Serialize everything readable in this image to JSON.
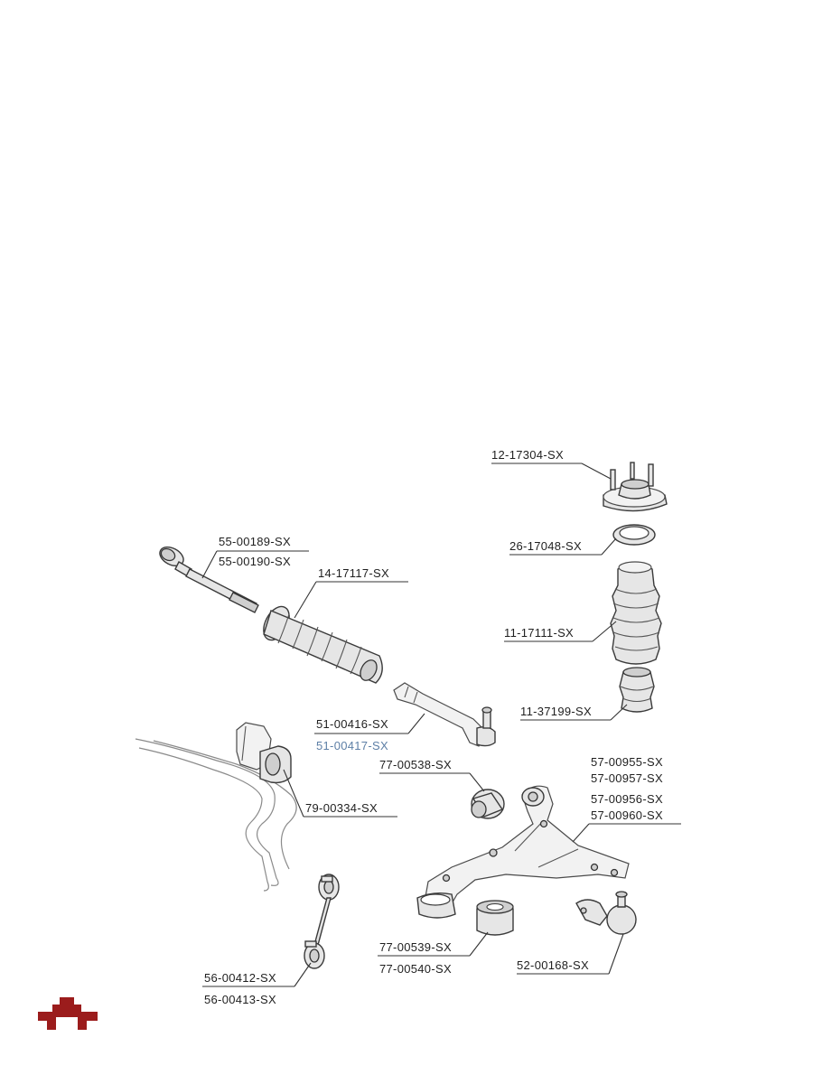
{
  "parts": [
    {
      "id": "top-mount",
      "numbers": [
        "12-17304-SX"
      ]
    },
    {
      "id": "bearing",
      "numbers": [
        "26-17048-SX"
      ]
    },
    {
      "id": "dust-boot",
      "numbers": [
        "11-17111-SX"
      ]
    },
    {
      "id": "bump-stop",
      "numbers": [
        "11-37199-SX"
      ]
    },
    {
      "id": "inner-tie-rod",
      "numbers": [
        "55-00189-SX",
        "55-00190-SX"
      ]
    },
    {
      "id": "rack-boot",
      "numbers": [
        "14-17117-SX"
      ]
    },
    {
      "id": "outer-tie-rod",
      "numbers": [
        "51-00416-SX",
        "51-00417-SX"
      ]
    },
    {
      "id": "stabilizer-bushing",
      "numbers": [
        "79-00334-SX"
      ]
    },
    {
      "id": "arm-bushing-front",
      "numbers": [
        "77-00538-SX"
      ]
    },
    {
      "id": "control-arm",
      "numbers": [
        "57-00955-SX",
        "57-00957-SX",
        "57-00956-SX",
        "57-00960-SX"
      ]
    },
    {
      "id": "arm-bushing-rear",
      "numbers": [
        "77-00539-SX",
        "77-00540-SX"
      ]
    },
    {
      "id": "ball-joint",
      "numbers": [
        "52-00168-SX"
      ]
    },
    {
      "id": "stabilizer-link",
      "numbers": [
        "56-00412-SX",
        "56-00413-SX"
      ]
    }
  ],
  "colors": {
    "ink": "#1f1f1f",
    "secondary_label": "#5d7fa6",
    "logo": "#9b1c1c"
  }
}
